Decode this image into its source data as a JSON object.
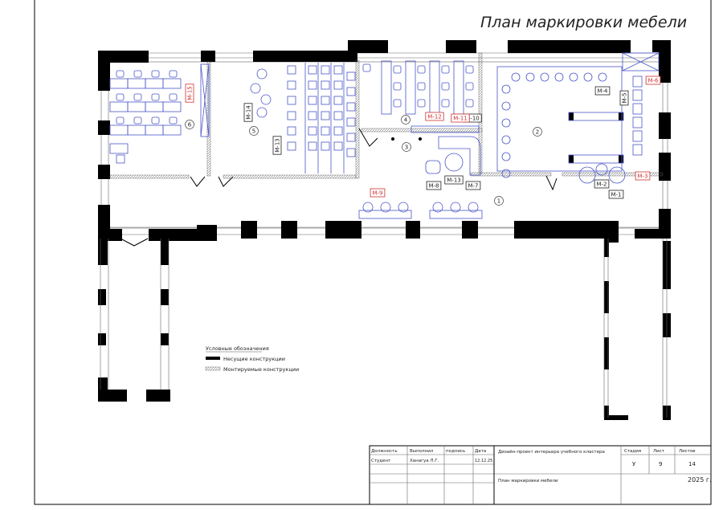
{
  "sheet_title": "План маркировки мебели",
  "rooms": [
    "1",
    "2",
    "3",
    "4",
    "5",
    "6"
  ],
  "tags": [
    {
      "id": "М-1",
      "kind": "existing"
    },
    {
      "id": "М-2",
      "kind": "existing"
    },
    {
      "id": "М-3",
      "kind": "new"
    },
    {
      "id": "М-4",
      "kind": "existing"
    },
    {
      "id": "М-5",
      "kind": "existing"
    },
    {
      "id": "М-6",
      "kind": "new"
    },
    {
      "id": "М-7",
      "kind": "existing"
    },
    {
      "id": "М-8",
      "kind": "existing"
    },
    {
      "id": "М-9",
      "kind": "new"
    },
    {
      "id": "М-10",
      "kind": "existing"
    },
    {
      "id": "М-11",
      "kind": "new"
    },
    {
      "id": "М-12",
      "kind": "new"
    },
    {
      "id": "М-13",
      "kind": "existing"
    },
    {
      "id": "М-14",
      "kind": "existing"
    },
    {
      "id": "М-15",
      "kind": "new"
    },
    {
      "id": "М-13",
      "kind": "existing"
    }
  ],
  "colors": {
    "new_tag": "#d03030",
    "existing_tag": "#222222",
    "furniture": "#4a55c8"
  },
  "legend": {
    "title": "Условные обозначения",
    "items": [
      "Несущие конструкции",
      "Монтируемые конструкции"
    ]
  },
  "title_block": {
    "headers": [
      "Должность",
      "Выполнил",
      "подпись",
      "Дата"
    ],
    "row": [
      "Студент",
      "Ханагуа Л.Г.",
      "",
      "12.12.25"
    ],
    "project": "Дизайн-проект интерьера учебного кластера",
    "sheet_name": "План маркировки мебели",
    "stage_header": "Стадия",
    "sheet_header": "Лист",
    "sheets_header": "Листов",
    "stage": "У",
    "sheet": "9",
    "sheets": "14",
    "year": "2025 г."
  }
}
